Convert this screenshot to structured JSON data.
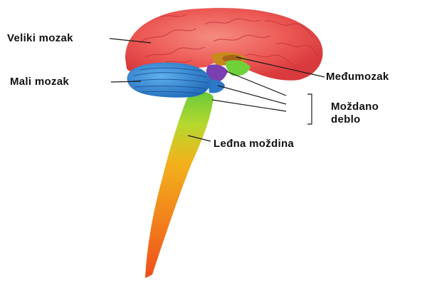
{
  "labels": {
    "cerebrum": "Veliki mozak",
    "cerebellum": "Mali mozak",
    "diencephalon": "Međumozak",
    "brainstem_line1": "Moždano",
    "brainstem_line2": "deblo",
    "spinal_cord": "Leđna moždina"
  },
  "colors": {
    "cerebrum": "#e8474a",
    "cerebrum_light": "#f47a74",
    "cerebellum": "#2f86d6",
    "diencephalon": "#c98a1d",
    "brainstem_purple": "#7a3fb0",
    "brainstem_green": "#6fd13a",
    "spinal_top": "#67c93a",
    "spinal_mid": "#f2b21c",
    "spinal_bottom": "#ef4e1b",
    "leader_lines": "#1a1a1a"
  }
}
